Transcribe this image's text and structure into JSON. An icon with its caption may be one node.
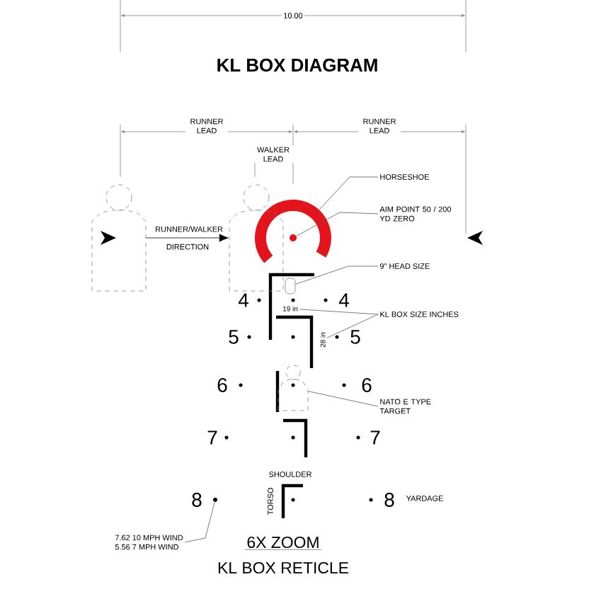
{
  "diagram": {
    "title": "KL BOX DIAGRAM",
    "nodes": [
      {
        "text": [
          "HORSESHOE"
        ]
      },
      {
        "text": [],
        "shape": "arc"
      },
      {
        "text": [
          "AIM POINT 50 / 200 YD ZERO"
        ]
      },
      {
        "text": [],
        "shape": "circle"
      },
      {
        "text": [
          "9\" HEAD SIZE"
        ]
      },
      {
        "text": [],
        "shape": "head"
      },
      {
        "text": [
          "KL BOX SIZE INCHES"
        ]
      },
      {
        "text": [
          "19 in"
        ]
      },
      {
        "text": [
          "28 in"
        ]
      },
      {
        "text": [
          "NATO E TYPE TARGET"
        ]
      },
      {
        "text": [],
        "shape": "silhouette"
      },
      {
        "text": [
          "7.62 10 MPH WIND",
          "5.56 7 MPH WIND"
        ]
      },
      {
        "text": [],
        "shape": "circle"
      },
      {
        "text": [],
        "shape": "silhouette"
      },
      {
        "text": [],
        "shape": "silhouette"
      }
    ],
    "edges": [
      {
        "from": 0,
        "to": 1,
        "arrow": "none"
      },
      {
        "from": 2,
        "to": 3,
        "arrow": "none"
      },
      {
        "from": 4,
        "to": 5,
        "arrow": "none"
      },
      {
        "from": 6,
        "to": 7,
        "arrow": "none"
      },
      {
        "from": 6,
        "to": 8,
        "arrow": "none"
      },
      {
        "from": 9,
        "to": 10,
        "arrow": "none"
      },
      {
        "from": 11,
        "to": 12,
        "arrow": "none"
      },
      {
        "from": 13,
        "to": 14,
        "arrow": "to",
        "label": "RUNNER/WALKER DIRECTION"
      }
    ],
    "labels": [
      "10.00",
      "RUNNER LEAD",
      "RUNNER LEAD",
      "WALKER LEAD",
      "4",
      "4",
      "5",
      "5",
      "6",
      "6",
      "7",
      "7",
      "SHOULDER",
      "TORSO",
      "8",
      "8",
      "YARDAGE",
      "6X ZOOM",
      "KL BOX RETICLE"
    ]
  }
}
